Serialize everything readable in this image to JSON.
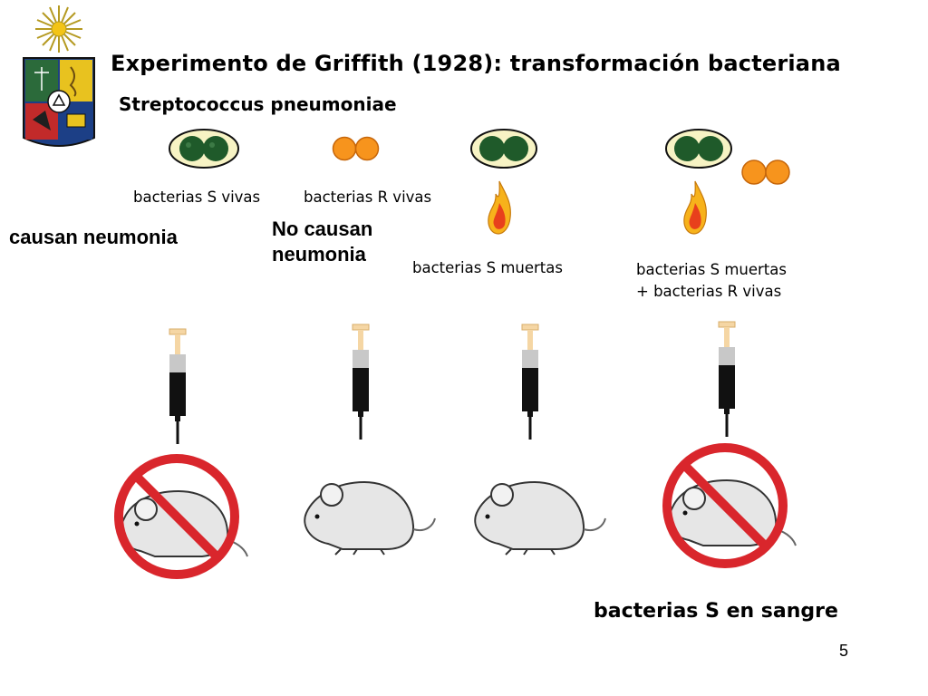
{
  "slide": {
    "title": "Experimento de Griffith (1928): transformación bacteriana",
    "subtitle": "Streptococcus pneumoniae",
    "page_number": "5"
  },
  "groups": [
    {
      "label": "bacterias S vivas",
      "outcome": "causan neumonia",
      "mouse_dead": true
    },
    {
      "label": "bacterias R vivas",
      "outcome_line1": "No causan",
      "outcome_line2": "neumonia",
      "mouse_dead": false
    },
    {
      "label": "bacterias S muertas",
      "mouse_dead": false
    },
    {
      "label_line1": "bacterias S muertas",
      "label_line2": "+ bacterias R vivas",
      "mouse_dead": true,
      "result": "bacterias S en sangre"
    }
  ],
  "colors": {
    "s_capsule": "#f7f3c4",
    "s_cell": "#1f5a2a",
    "r_cell": "#f7941d",
    "flame_outer": "#f7b21b",
    "flame_inner": "#e8401c",
    "prohibit": "#d9262c",
    "syringe_body": "#111111",
    "syringe_plunger": "#f5d6a4"
  }
}
